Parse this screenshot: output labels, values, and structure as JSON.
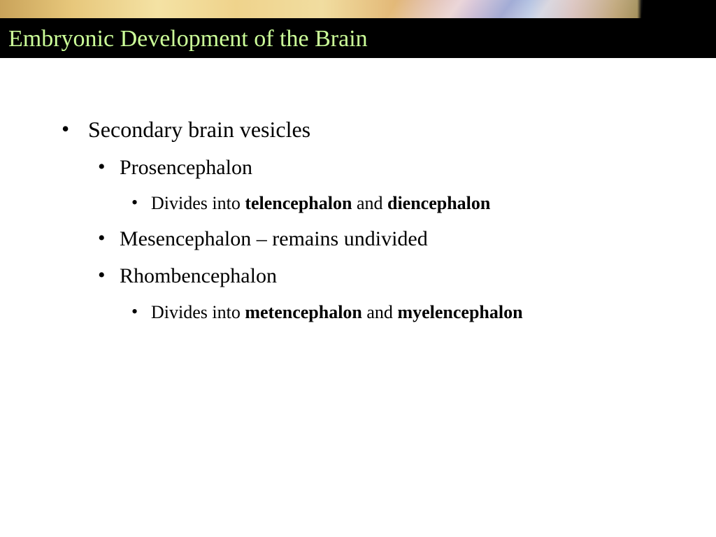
{
  "slide": {
    "title": "Embryonic Development of the Brain",
    "bullet_symbol": "•",
    "items": [
      {
        "text": "Secondary brain vesicles"
      },
      {
        "text": "Prosencephalon"
      },
      {
        "prefix": "Divides into ",
        "bold1": "telencephalon",
        "middle": " and ",
        "bold2": "diencephalon"
      },
      {
        "text": "Mesencephalon – remains undivided"
      },
      {
        "text": "Rhombencephalon"
      },
      {
        "prefix": "Divides into ",
        "bold1": "metencephalon",
        "middle": " and ",
        "bold2": "myelencephalon"
      }
    ]
  },
  "colors": {
    "title_text": "#ccff99",
    "title_bar": "#000000",
    "body_text": "#000000",
    "background": "#ffffff"
  }
}
